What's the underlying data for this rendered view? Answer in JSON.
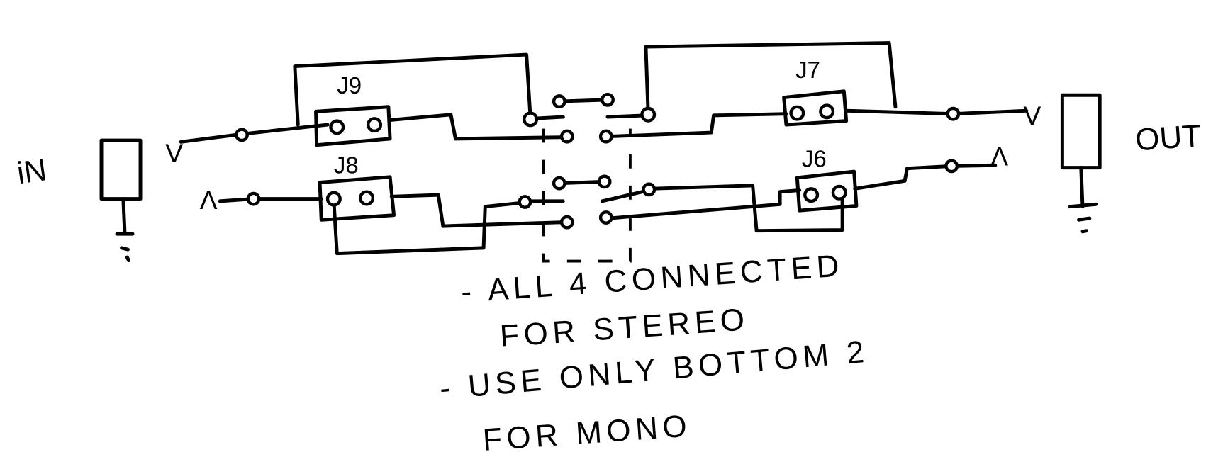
{
  "labels": {
    "input": "iN",
    "output": "OUT",
    "jacks": [
      "J9",
      "J8",
      "J7",
      "J6"
    ],
    "signal_marks": {
      "top": "V",
      "bottom": "Λ"
    }
  },
  "notes": [
    "- ALL 4 CONNECTED",
    "FOR STEREO",
    "- USE ONLY BOTTOM 2",
    "FOR MONO"
  ]
}
